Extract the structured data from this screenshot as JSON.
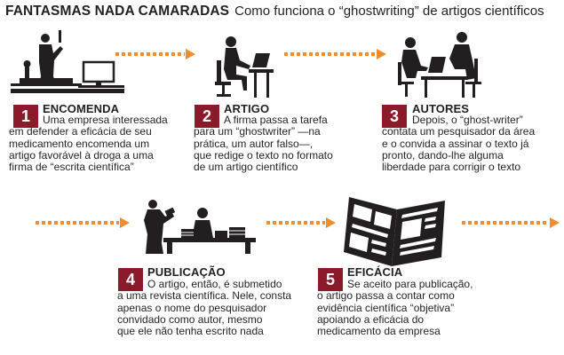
{
  "header": {
    "title": "FANTASMAS NADA CAMARADAS",
    "subtitle": "Como funciona o “ghostwriting” de artigos científicos"
  },
  "colors": {
    "number_bg": "#8b1a2b",
    "arrow": "#ef8c2e",
    "text": "#231f20"
  },
  "steps": [
    {
      "number": "1",
      "label": "ENCOMENDA",
      "icon": "scientist-lab-icon",
      "lines": [
        "Uma empresa interessada",
        "em defender a eficácia de seu",
        "medicamento encomenda um",
        "artigo favorável à droga a uma",
        "firma de “escrita científica”"
      ]
    },
    {
      "number": "2",
      "label": "ARTIGO",
      "icon": "writer-desk-icon",
      "lines": [
        "A firma passa a tarefa",
        "para um “ghostwriter” —na",
        "prática, um autor falso—,",
        "que redige o texto no formato",
        "de um artigo científico"
      ]
    },
    {
      "number": "3",
      "label": "AUTORES",
      "icon": "meeting-desk-icon",
      "lines": [
        "Depois, o “ghost-writer”",
        "contata um pesquisador da área",
        "e o convida a assinar o texto já",
        "pronto, dando-lhe alguma",
        "liberdade para corrigir o texto"
      ]
    },
    {
      "number": "4",
      "label": "PUBLICAÇÃO",
      "icon": "editor-office-icon",
      "lines": [
        "O artigo, então, é submetido",
        "a uma revista científica. Nele, consta",
        "apenas o nome do pesquisador",
        "convidado como autor, mesmo",
        "que ele não tenha escrito nada"
      ]
    },
    {
      "number": "5",
      "label": "EFICÁCIA",
      "icon": "open-journal-icon",
      "lines": [
        "Se aceito para publicação,",
        "o artigo passa a contar como",
        "evidência científica “objetiva”",
        "apoiando a eficácia do",
        "medicamento da empresa"
      ]
    }
  ]
}
